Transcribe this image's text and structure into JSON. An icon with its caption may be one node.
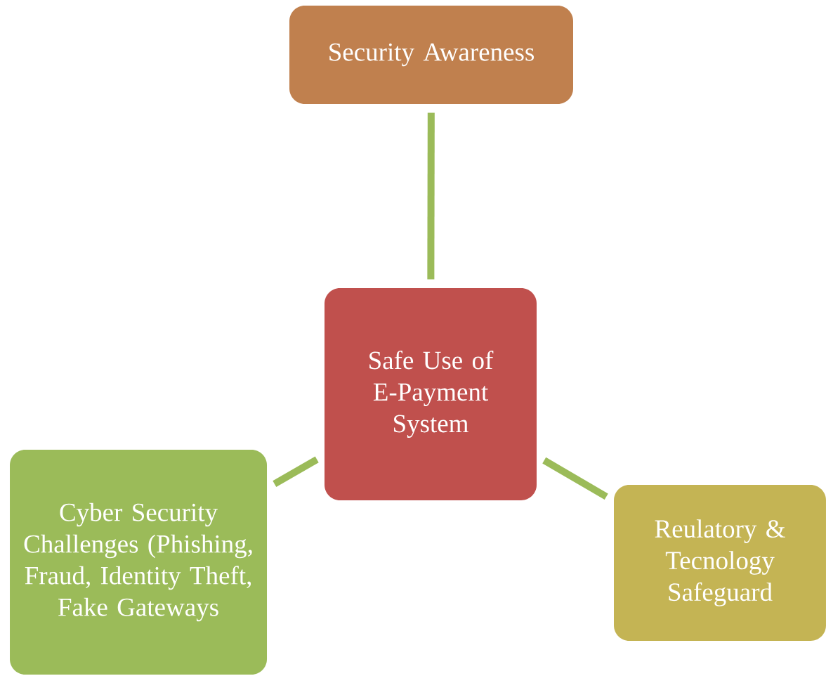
{
  "diagram": {
    "nodes": [
      {
        "text": [
          "Security Awareness"
        ]
      },
      {
        "text": [
          "Safe Use of E-Payment System"
        ]
      },
      {
        "text": [
          "Cyber Security Challenges (Phishing, Fraud, Identity Theft, Fake Gateways"
        ]
      },
      {
        "text": [
          "Reulatory & Tecnology Safeguard"
        ]
      }
    ],
    "edges": [
      {
        "from": 1,
        "to": 0,
        "arrow": "none"
      },
      {
        "from": 1,
        "to": 2,
        "arrow": "none"
      },
      {
        "from": 1,
        "to": 3,
        "arrow": "none"
      }
    ]
  }
}
